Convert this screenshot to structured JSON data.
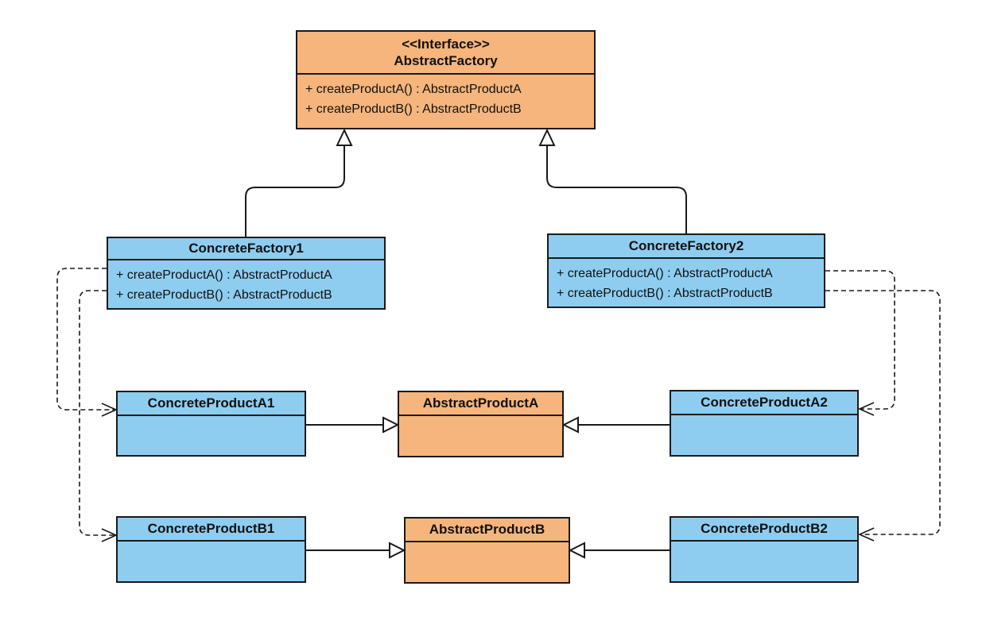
{
  "colors": {
    "interface": "#f5b57c",
    "concrete": "#8ecdf0",
    "line": "#1a1a1a"
  },
  "abstract_factory": {
    "stereotype": "<<Interface>>",
    "name": "AbstractFactory",
    "methods": [
      "+ createProductA() : AbstractProductA",
      "+ createProductB() : AbstractProductB"
    ]
  },
  "concrete_factory_1": {
    "name": "ConcreteFactory1",
    "methods": [
      "+ createProductA() : AbstractProductA",
      "+ createProductB() : AbstractProductB"
    ]
  },
  "concrete_factory_2": {
    "name": "ConcreteFactory2",
    "methods": [
      "+ createProductA() : AbstractProductA",
      "+ createProductB() : AbstractProductB"
    ]
  },
  "products": {
    "concrete_a1": "ConcreteProductA1",
    "abstract_a": "AbstractProductA",
    "concrete_a2": "ConcreteProductA2",
    "concrete_b1": "ConcreteProductB1",
    "abstract_b": "AbstractProductB",
    "concrete_b2": "ConcreteProductB2"
  },
  "relations": [
    {
      "from": "ConcreteFactory1",
      "to": "AbstractFactory",
      "kind": "realization"
    },
    {
      "from": "ConcreteFactory2",
      "to": "AbstractFactory",
      "kind": "realization"
    },
    {
      "from": "ConcreteProductA1",
      "to": "AbstractProductA",
      "kind": "generalization"
    },
    {
      "from": "ConcreteProductA2",
      "to": "AbstractProductA",
      "kind": "generalization"
    },
    {
      "from": "ConcreteProductB1",
      "to": "AbstractProductB",
      "kind": "generalization"
    },
    {
      "from": "ConcreteProductB2",
      "to": "AbstractProductB",
      "kind": "generalization"
    },
    {
      "from": "ConcreteFactory1",
      "to": "ConcreteProductA1",
      "kind": "dependency"
    },
    {
      "from": "ConcreteFactory1",
      "to": "ConcreteProductB1",
      "kind": "dependency"
    },
    {
      "from": "ConcreteFactory2",
      "to": "ConcreteProductA2",
      "kind": "dependency"
    },
    {
      "from": "ConcreteFactory2",
      "to": "ConcreteProductB2",
      "kind": "dependency"
    }
  ]
}
